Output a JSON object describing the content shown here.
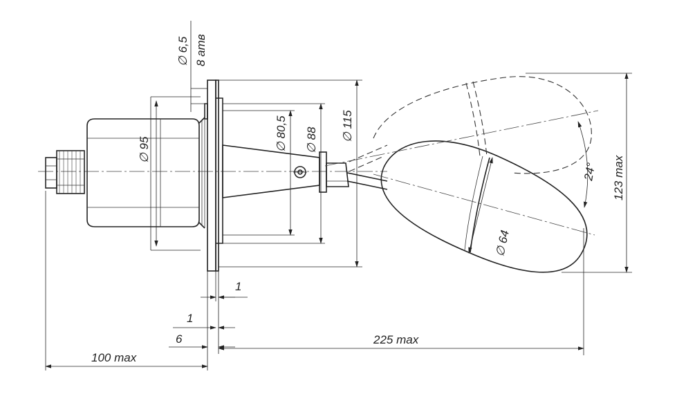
{
  "labels": {
    "dia_6_5": "∅ 6,5",
    "pressure": "8 атв",
    "dia_95": "∅ 95",
    "dia_80_5": "∅ 80,5",
    "dia_88": "∅ 88",
    "dia_115": "∅ 115",
    "dia_64": "∅ 64",
    "angle_24": "24°",
    "dim_123": "123 max",
    "dim_1_top": "1",
    "dim_1_left": "1",
    "dim_6": "6",
    "dim_225": "225 max",
    "dim_100": "100 max"
  }
}
